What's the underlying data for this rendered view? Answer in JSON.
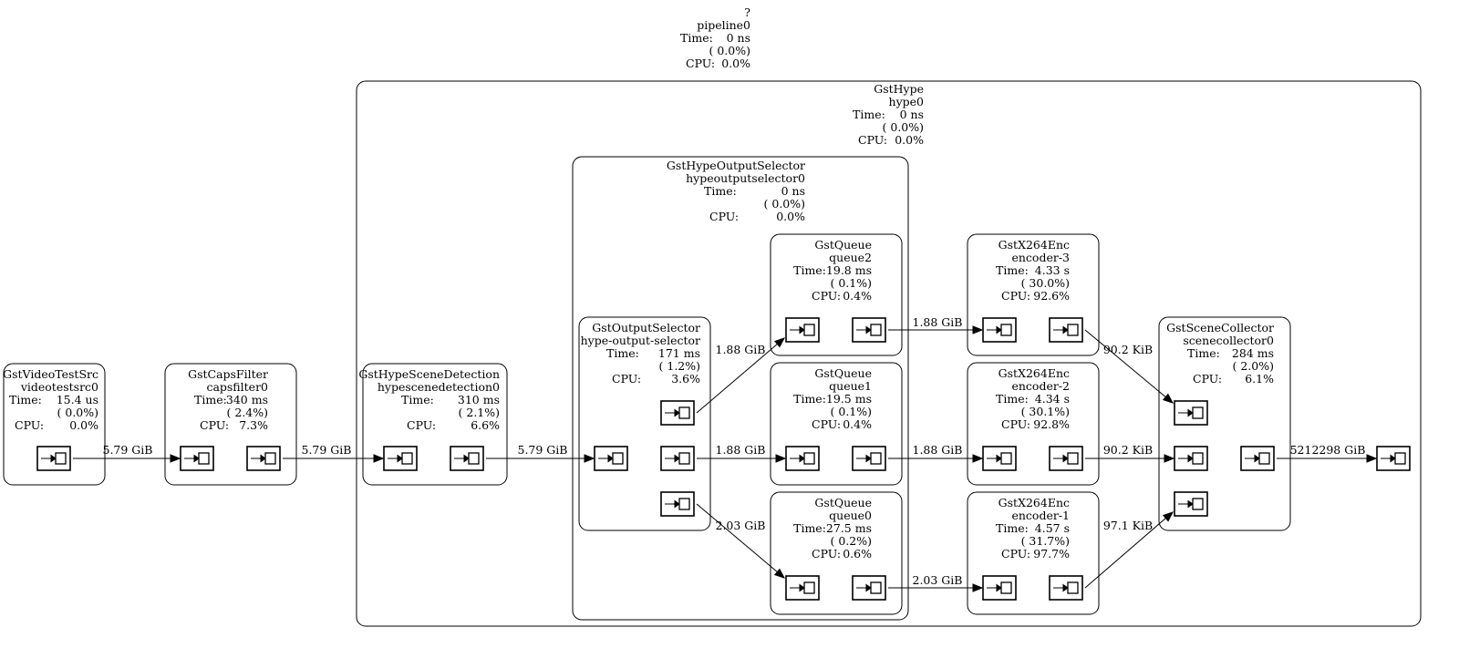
{
  "title": "GStreamer pipeline graph",
  "pipeline": {
    "type": "?",
    "name": "pipeline0",
    "time_label": "Time:",
    "time": "0 ns",
    "percent": "( 0.0%)",
    "cpu_label": "CPU:",
    "cpu": "0.0%"
  },
  "bins": [
    {
      "id": "hype",
      "type": "GstHype",
      "name": "hype0",
      "time": "0 ns",
      "percent": "( 0.0%)",
      "cpu": "0.0%"
    },
    {
      "id": "outsel_bin",
      "type": "GstHypeOutputSelector",
      "name": "hypeoutputselector0",
      "time": "0 ns",
      "percent": "( 0.0%)",
      "cpu": "0.0%"
    }
  ],
  "elements": [
    {
      "id": "videotestsrc",
      "type": "GstVideoTestSrc",
      "name": "videotestsrc0",
      "time": "15.4 us",
      "percent": "( 0.0%)",
      "cpu": "0.0%"
    },
    {
      "id": "capsfilter",
      "type": "GstCapsFilter",
      "name": "capsfilter0",
      "time": "340 ms",
      "percent": "( 2.4%)",
      "cpu": "7.3%"
    },
    {
      "id": "scenedet",
      "type": "GstHypeSceneDetection",
      "name": "hypescenedetection0",
      "time": "310 ms",
      "percent": "( 2.1%)",
      "cpu": "6.6%"
    },
    {
      "id": "outsel",
      "type": "GstOutputSelector",
      "name": "hype-output-selector",
      "time": "171 ms",
      "percent": "( 1.2%)",
      "cpu": "3.6%"
    },
    {
      "id": "queue2",
      "type": "GstQueue",
      "name": "queue2",
      "time": "19.8 ms",
      "percent": "( 0.1%)",
      "cpu": "0.4%"
    },
    {
      "id": "queue1",
      "type": "GstQueue",
      "name": "queue1",
      "time": "19.5 ms",
      "percent": "( 0.1%)",
      "cpu": "0.4%"
    },
    {
      "id": "queue0",
      "type": "GstQueue",
      "name": "queue0",
      "time": "27.5 ms",
      "percent": "( 0.2%)",
      "cpu": "0.6%"
    },
    {
      "id": "enc3",
      "type": "GstX264Enc",
      "name": "encoder-3",
      "time": "4.33 s",
      "percent": "( 30.0%)",
      "cpu": "92.6%"
    },
    {
      "id": "enc2",
      "type": "GstX264Enc",
      "name": "encoder-2",
      "time": "4.34 s",
      "percent": "( 30.1%)",
      "cpu": "92.8%"
    },
    {
      "id": "enc1",
      "type": "GstX264Enc",
      "name": "encoder-1",
      "time": "4.57 s",
      "percent": "( 31.7%)",
      "cpu": "97.7%"
    },
    {
      "id": "collector",
      "type": "GstSceneCollector",
      "name": "scenecollector0",
      "time": "284 ms",
      "percent": "( 2.0%)",
      "cpu": "6.1%"
    }
  ],
  "labels": {
    "time": "Time:",
    "cpu": "CPU:"
  },
  "edges": [
    {
      "from": "videotestsrc.src",
      "to": "capsfilter.sink",
      "label": "5.79 GiB"
    },
    {
      "from": "capsfilter.src",
      "to": "scenedet.sink",
      "label": "5.79 GiB"
    },
    {
      "from": "scenedet.src",
      "to": "outsel.sink",
      "label": "5.79 GiB"
    },
    {
      "from": "outsel.src2",
      "to": "queue2.sink",
      "label": "1.88 GiB"
    },
    {
      "from": "outsel.src1",
      "to": "queue1.sink",
      "label": "1.88 GiB"
    },
    {
      "from": "outsel.src0",
      "to": "queue0.sink",
      "label": "2.03 GiB"
    },
    {
      "from": "queue2.src",
      "to": "enc3.sink",
      "label": "1.88 GiB"
    },
    {
      "from": "queue1.src",
      "to": "enc2.sink",
      "label": "1.88 GiB"
    },
    {
      "from": "queue0.src",
      "to": "enc1.sink",
      "label": "2.03 GiB"
    },
    {
      "from": "enc3.src",
      "to": "collector.sink2",
      "label": "90.2 KiB"
    },
    {
      "from": "enc2.src",
      "to": "collector.sink1",
      "label": "90.2 KiB"
    },
    {
      "from": "enc1.src",
      "to": "collector.sink0",
      "label": "97.1 KiB"
    },
    {
      "from": "collector.src",
      "to": "sink.sink",
      "label": "5212298 GiB"
    }
  ]
}
